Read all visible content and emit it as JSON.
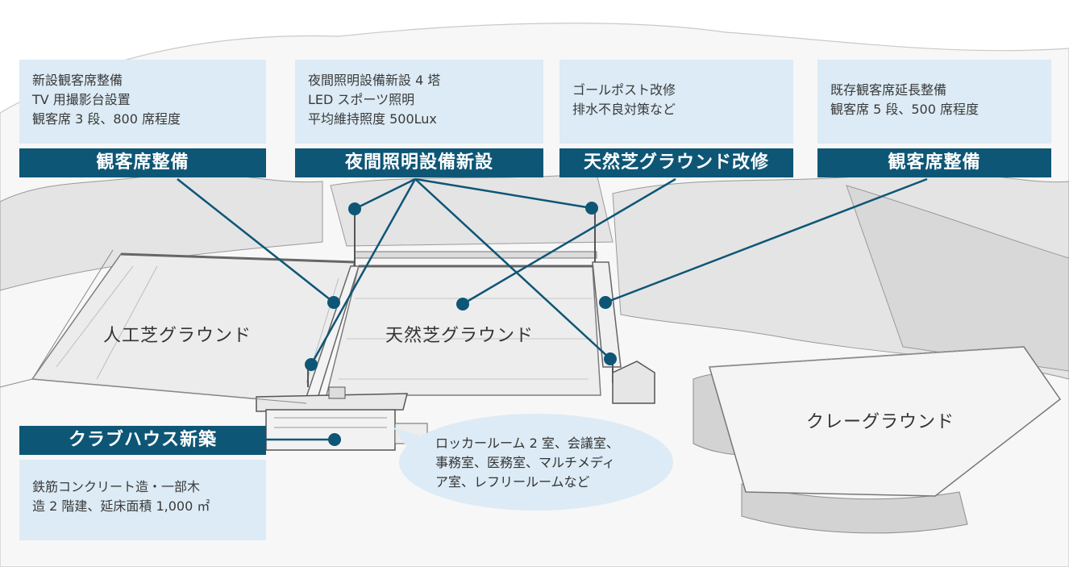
{
  "top_boxes": [
    {
      "lines": [
        "新設観客席整備",
        "TV 用撮影台設置",
        "観客席 3 段、800 席程度"
      ],
      "label": "観客席整備"
    },
    {
      "lines": [
        "夜間照明設備新設 4 塔",
        "LED スポーツ照明",
        "平均維持照度 500Lux"
      ],
      "label": "夜間照明設備新設"
    },
    {
      "lines": [
        "ゴールポスト改修",
        "排水不良対策など"
      ],
      "label": "天然芝グラウンド改修"
    },
    {
      "lines": [
        "既存観客席延長整備",
        "観客席 5 段、500 席程度"
      ],
      "label": "観客席整備"
    }
  ],
  "clubhouse": {
    "label": "クラブハウス新築",
    "lines": [
      "鉄筋コンクリート造・一部木",
      "造 2 階建、延床面積 1,000 ㎡"
    ]
  },
  "bubble": {
    "lines": [
      "ロッカールーム 2 室、会議室、",
      "事務室、医務室、マルチメディ",
      "ア室、レフリールームなど"
    ]
  },
  "fields": {
    "artificial": "人工芝グラウンド",
    "natural": "天然芝グラウンド",
    "clay": "クレーグラウンド"
  },
  "colors": {
    "label_bg": "#0e5676",
    "box_bg": "#dcebf5",
    "connector": "#0e5676"
  }
}
